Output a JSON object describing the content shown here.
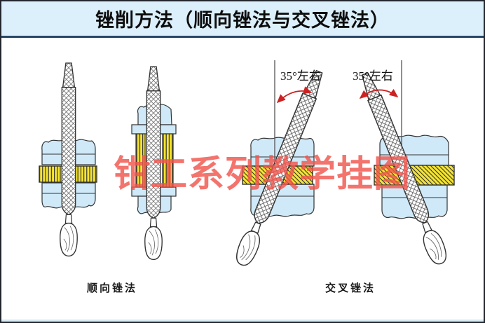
{
  "title_bar": {
    "title": "锉削方法（顺向锉法与交叉锉法）"
  },
  "watermark": {
    "text": "钳工系列教学挂图",
    "color": "#f0564e"
  },
  "figures": {
    "straight_filing": {
      "caption": "顺向锉法"
    },
    "cross_filing": {
      "caption": "交叉锉法",
      "angle_label_left": "35°左右",
      "angle_label_right": "35°左右"
    }
  },
  "colors": {
    "title_bg": "#dcf0fb",
    "page_bg": "#d8ecf8",
    "content_bg": "#ffffff",
    "vise_blue": "#cfe9f8",
    "workpiece_yellow": "#f5e42f",
    "line_art": "#333333",
    "arrow_red": "#cc2222"
  }
}
